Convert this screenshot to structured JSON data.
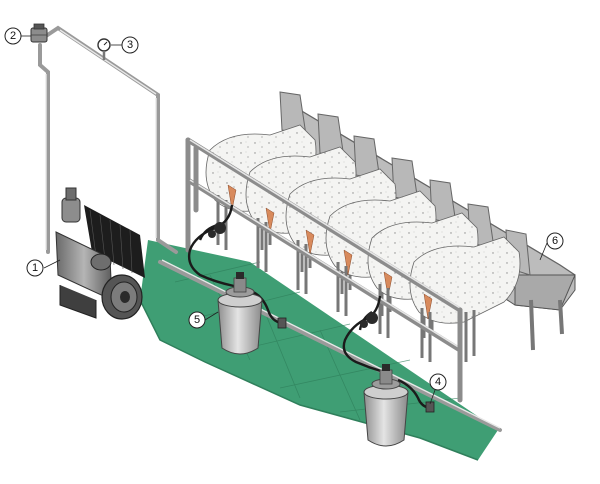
{
  "diagram": {
    "callouts": [
      {
        "id": "1",
        "label": "1"
      },
      {
        "id": "2",
        "label": "2"
      },
      {
        "id": "3",
        "label": "3"
      },
      {
        "id": "4",
        "label": "4"
      },
      {
        "id": "5",
        "label": "5"
      },
      {
        "id": "6",
        "label": "6"
      }
    ],
    "components": [
      {
        "callout": "1",
        "icon": "vacuum-pump-icon"
      },
      {
        "callout": "2",
        "icon": "vacuum-regulator-icon"
      },
      {
        "callout": "3",
        "icon": "vacuum-gauge-icon"
      },
      {
        "callout": "4",
        "icon": "vacuum-tap-icon"
      },
      {
        "callout": "5",
        "icon": "milking-bucket-icon"
      },
      {
        "callout": "6",
        "icon": "feed-trough-icon"
      }
    ],
    "colors": {
      "floor": "#3f9e74",
      "floor_edge": "#2f7f5b",
      "pipe": "#9a9a9a",
      "sheep": "#f4f4f2",
      "udder": "#d88a5c",
      "hose": "#1b1b1b",
      "bucket": "#bfbfbf"
    }
  }
}
